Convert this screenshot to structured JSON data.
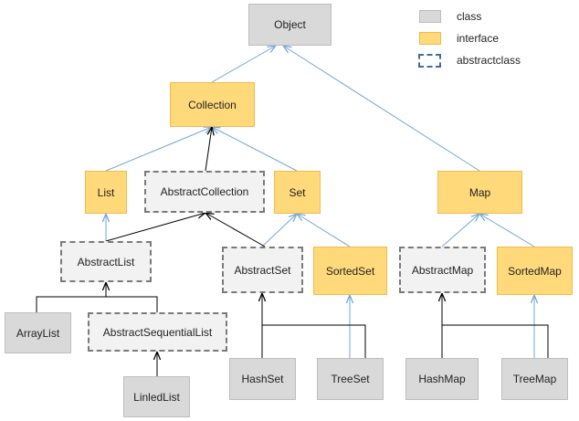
{
  "nodes": {
    "object": {
      "label": "Object"
    },
    "collection": {
      "label": "Collection"
    },
    "list": {
      "label": "List"
    },
    "abstract_collection": {
      "label": "AbstractCollection"
    },
    "set": {
      "label": "Set"
    },
    "map": {
      "label": "Map"
    },
    "abstract_list": {
      "label": "AbstractList"
    },
    "abstract_set": {
      "label": "AbstractSet"
    },
    "sorted_set": {
      "label": "SortedSet"
    },
    "abstract_map": {
      "label": "AbstractMap"
    },
    "sorted_map": {
      "label": "SortedMap"
    },
    "array_list": {
      "label": "ArrayList"
    },
    "abstract_sequential_list": {
      "label": "AbstractSequentialList"
    },
    "linled_list": {
      "label": "LinledList"
    },
    "hash_set": {
      "label": "HashSet"
    },
    "tree_set": {
      "label": "TreeSet"
    },
    "hash_map": {
      "label": "HashMap"
    },
    "tree_map": {
      "label": "TreeMap"
    }
  },
  "legend": {
    "class_label": "class",
    "interface_label": "interface",
    "abstractclass_label": "abstractclass"
  },
  "colors": {
    "class_fill": "#d9d9d9",
    "interface_fill": "#ffd97a",
    "abstract_border": "#7a7a7a",
    "implements_edge": "#6fa8dc",
    "extends_edge": "#000000"
  }
}
